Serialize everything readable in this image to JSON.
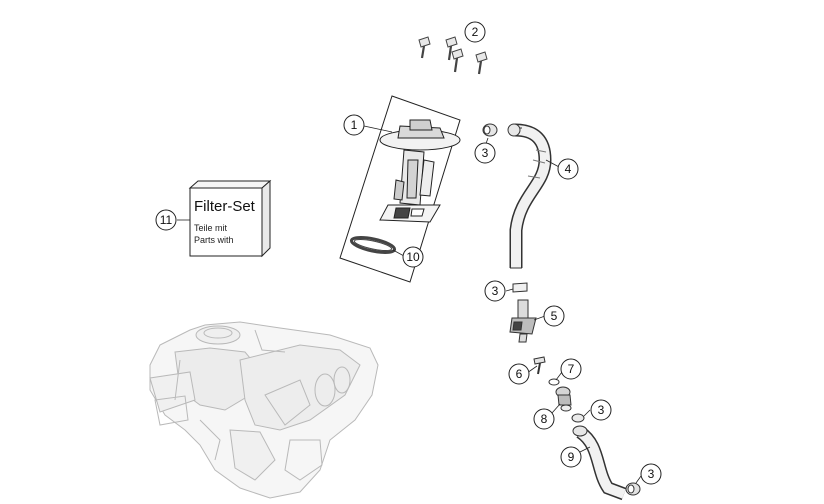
{
  "filter_set_box": {
    "title": "Filter-Set",
    "line1": "Teile mit",
    "line2": "Parts with"
  },
  "callouts": [
    {
      "label": "2"
    },
    {
      "label": "1"
    },
    {
      "label": "3"
    },
    {
      "label": "4"
    },
    {
      "label": "11"
    },
    {
      "label": "10"
    },
    {
      "label": "3"
    },
    {
      "label": "5"
    },
    {
      "label": "6"
    },
    {
      "label": "7"
    },
    {
      "label": "8"
    },
    {
      "label": "3"
    },
    {
      "label": "9"
    },
    {
      "label": "3"
    }
  ]
}
